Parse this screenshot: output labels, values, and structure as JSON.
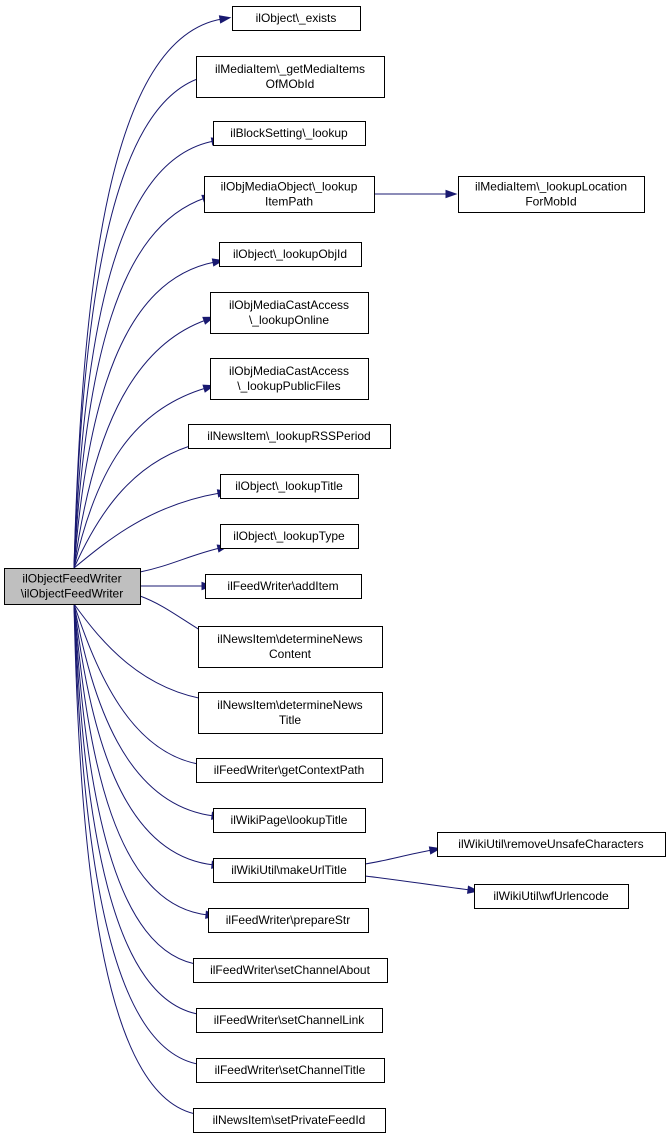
{
  "diagram": {
    "colors": {
      "edge": "#191970",
      "root_fill": "#bfbfbf",
      "node_fill": "#ffffff",
      "node_border": "#000000"
    },
    "nodes": [
      {
        "id": "root",
        "lines": [
          "ilObjectFeedWriter",
          "\\ilObjectFeedWriter"
        ],
        "root": true
      },
      {
        "id": "n1",
        "lines": [
          "ilObject\\_exists"
        ]
      },
      {
        "id": "n2",
        "lines": [
          "ilMediaItem\\_getMediaItems",
          "OfMObId"
        ]
      },
      {
        "id": "n3",
        "lines": [
          "ilBlockSetting\\_lookup"
        ]
      },
      {
        "id": "n4",
        "lines": [
          "ilObjMediaObject\\_lookup",
          "ItemPath"
        ]
      },
      {
        "id": "n5",
        "lines": [
          "ilObject\\_lookupObjId"
        ]
      },
      {
        "id": "n6",
        "lines": [
          "ilObjMediaCastAccess",
          "\\_lookupOnline"
        ]
      },
      {
        "id": "n7",
        "lines": [
          "ilObjMediaCastAccess",
          "\\_lookupPublicFiles"
        ]
      },
      {
        "id": "n8",
        "lines": [
          "ilNewsItem\\_lookupRSSPeriod"
        ]
      },
      {
        "id": "n9",
        "lines": [
          "ilObject\\_lookupTitle"
        ]
      },
      {
        "id": "n10",
        "lines": [
          "ilObject\\_lookupType"
        ]
      },
      {
        "id": "n11",
        "lines": [
          "ilFeedWriter\\addItem"
        ]
      },
      {
        "id": "n12",
        "lines": [
          "ilNewsItem\\determineNews",
          "Content"
        ]
      },
      {
        "id": "n13",
        "lines": [
          "ilNewsItem\\determineNews",
          "Title"
        ]
      },
      {
        "id": "n14",
        "lines": [
          "ilFeedWriter\\getContextPath"
        ]
      },
      {
        "id": "n15",
        "lines": [
          "ilWikiPage\\lookupTitle"
        ]
      },
      {
        "id": "n16",
        "lines": [
          "ilWikiUtil\\makeUrlTitle"
        ]
      },
      {
        "id": "n17",
        "lines": [
          "ilFeedWriter\\prepareStr"
        ]
      },
      {
        "id": "n18",
        "lines": [
          "ilFeedWriter\\setChannelAbout"
        ]
      },
      {
        "id": "n19",
        "lines": [
          "ilFeedWriter\\setChannelLink"
        ]
      },
      {
        "id": "n20",
        "lines": [
          "ilFeedWriter\\setChannelTitle"
        ]
      },
      {
        "id": "n21",
        "lines": [
          "ilNewsItem\\setPrivateFeedId"
        ]
      },
      {
        "id": "n22",
        "lines": [
          "ilMediaItem\\_lookupLocation",
          "ForMobId"
        ]
      },
      {
        "id": "n23",
        "lines": [
          "ilWikiUtil\\removeUnsafeCharacters"
        ]
      },
      {
        "id": "n24",
        "lines": [
          "ilWikiUtil\\wfUrlencode"
        ]
      }
    ],
    "edges": [
      {
        "from": "root",
        "to": "n1"
      },
      {
        "from": "root",
        "to": "n2"
      },
      {
        "from": "root",
        "to": "n3"
      },
      {
        "from": "root",
        "to": "n4"
      },
      {
        "from": "root",
        "to": "n5"
      },
      {
        "from": "root",
        "to": "n6"
      },
      {
        "from": "root",
        "to": "n7"
      },
      {
        "from": "root",
        "to": "n8"
      },
      {
        "from": "root",
        "to": "n9"
      },
      {
        "from": "root",
        "to": "n10"
      },
      {
        "from": "root",
        "to": "n11"
      },
      {
        "from": "root",
        "to": "n12"
      },
      {
        "from": "root",
        "to": "n13"
      },
      {
        "from": "root",
        "to": "n14"
      },
      {
        "from": "root",
        "to": "n15"
      },
      {
        "from": "root",
        "to": "n16"
      },
      {
        "from": "root",
        "to": "n17"
      },
      {
        "from": "root",
        "to": "n18"
      },
      {
        "from": "root",
        "to": "n19"
      },
      {
        "from": "root",
        "to": "n20"
      },
      {
        "from": "root",
        "to": "n21"
      },
      {
        "from": "n4",
        "to": "n22"
      },
      {
        "from": "n16",
        "to": "n23"
      },
      {
        "from": "n16",
        "to": "n24"
      }
    ]
  }
}
